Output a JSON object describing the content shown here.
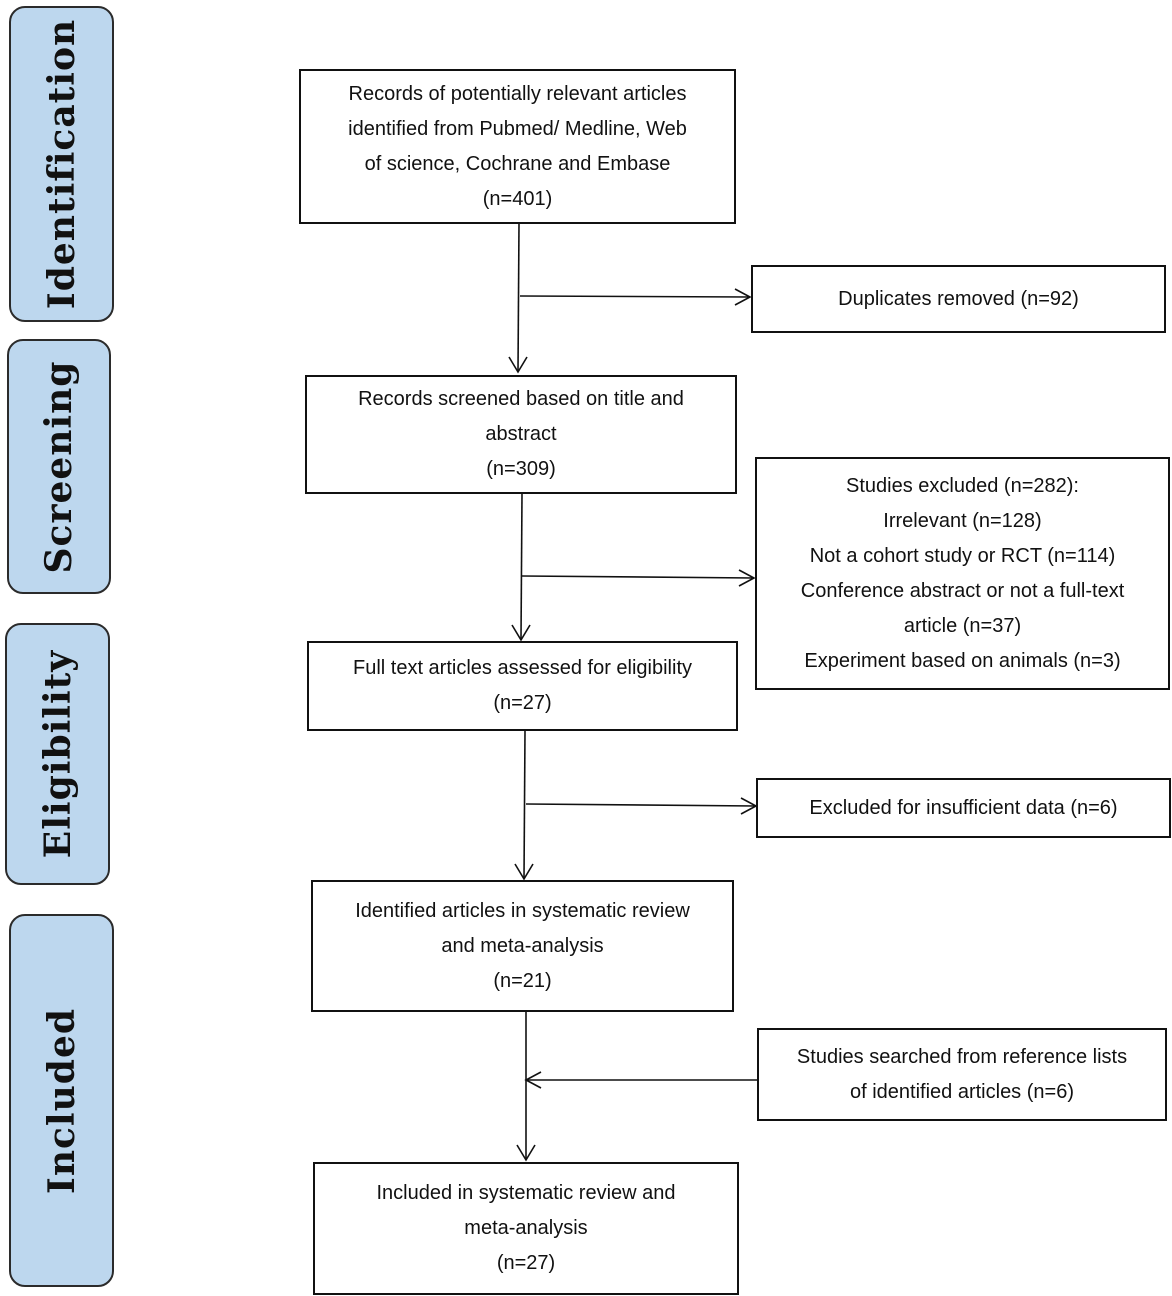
{
  "phases": {
    "identification": "Identification",
    "screening": "Screening",
    "eligibility": "Eligibility",
    "included": "Included"
  },
  "boxes": {
    "records_identified": {
      "lines": [
        "Records of potentially relevant articles",
        "identified from Pubmed/ Medline, Web",
        "of science, Cochrane and Embase",
        "(n=401)"
      ]
    },
    "duplicates_removed": {
      "lines": [
        "Duplicates removed (n=92)"
      ]
    },
    "records_screened": {
      "lines": [
        "Records screened based on title and",
        "abstract",
        "(n=309)"
      ]
    },
    "studies_excluded": {
      "lines": [
        "Studies excluded (n=282):",
        "Irrelevant (n=128)",
        "Not a cohort study or RCT (n=114)",
        "Conference abstract or not a full-text",
        "article (n=37)",
        "Experiment based on animals (n=3)"
      ]
    },
    "full_text_assessed": {
      "lines": [
        "Full text articles assessed for eligibility",
        "(n=27)"
      ]
    },
    "excluded_insufficient": {
      "lines": [
        "Excluded for insufficient data (n=6)"
      ]
    },
    "identified_in_review": {
      "lines": [
        "Identified articles in systematic review",
        "and meta-analysis",
        "(n=21)"
      ]
    },
    "reference_lists": {
      "lines": [
        "Studies searched from reference lists",
        "of identified articles (n=6)"
      ]
    },
    "included_final": {
      "lines": [
        "Included in systematic review and",
        "meta-analysis",
        "(n=27)"
      ]
    }
  },
  "colors": {
    "phase_fill": "#bdd7ee",
    "border": "#111111"
  }
}
